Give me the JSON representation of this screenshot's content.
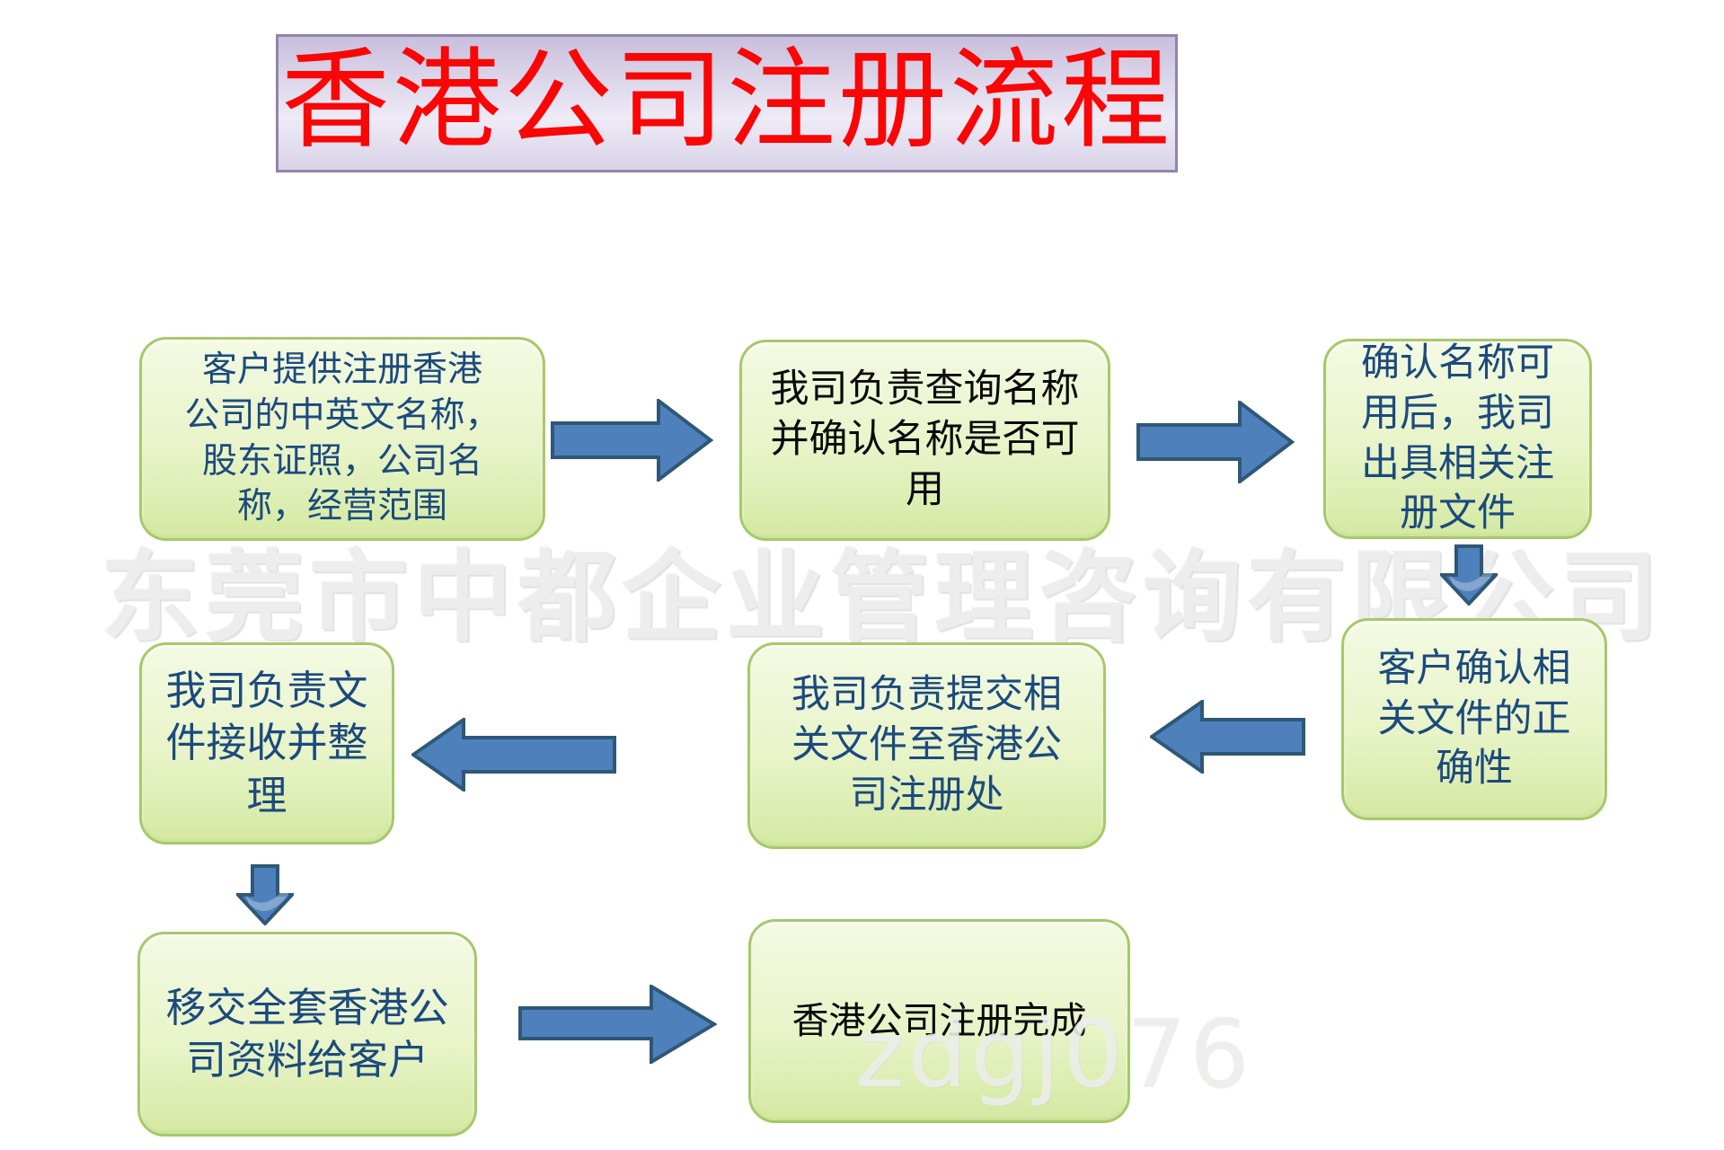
{
  "title": {
    "text": "香港公司注册流程"
  },
  "watermarks": {
    "company": "东莞市中都企业管理咨询有限公司",
    "code": "zdgj076"
  },
  "flow": {
    "boxes": [
      {
        "step": 1,
        "text": "客户提供注册香港\n公司的中英文名称，\n股东证照，公司名\n称，经营范围"
      },
      {
        "step": 2,
        "text": "我司负责查询名称\n并确认名称是否可\n用"
      },
      {
        "step": 3,
        "text": "确认名称可\n用后，我司\n出具相关注\n册文件"
      },
      {
        "step": 4,
        "text": "客户确认相\n关文件的正\n确性"
      },
      {
        "step": 5,
        "text": "我司负责提交相\n关文件至香港公\n司注册处"
      },
      {
        "step": 6,
        "text": "我司负责文\n件接收并整\n理"
      },
      {
        "step": 7,
        "text": "移交全套香港公\n司资料给客户"
      },
      {
        "step": 8,
        "text": "香港公司注册完成"
      }
    ],
    "arrows": [
      {
        "name": "arrow-right-1",
        "from": 1,
        "to": 2,
        "direction": "right"
      },
      {
        "name": "arrow-right-2",
        "from": 2,
        "to": 3,
        "direction": "right"
      },
      {
        "name": "arrow-down-1",
        "from": 3,
        "to": 4,
        "direction": "down"
      },
      {
        "name": "arrow-left-1",
        "from": 4,
        "to": 5,
        "direction": "left"
      },
      {
        "name": "arrow-left-2",
        "from": 5,
        "to": 6,
        "direction": "left"
      },
      {
        "name": "arrow-down-2",
        "from": 6,
        "to": 7,
        "direction": "down"
      },
      {
        "name": "arrow-right-3",
        "from": 7,
        "to": 8,
        "direction": "right"
      }
    ]
  },
  "colors": {
    "title_bg_top": "#c8bfdc",
    "title_bg_mid": "#eeebf6",
    "title_bg_bottom": "#d9d2e8",
    "title_border": "#8f85ac",
    "title_text": "#f90606",
    "box_border": "#a6c968",
    "box_fill_top": "#f3fae3",
    "box_fill_bottom": "#d4e9a2",
    "arrow_fill": "#4e80bc",
    "arrow_border": "#2e5876",
    "text_blue": "#1c4a7e",
    "text_black": "#0a0a0a",
    "watermark_gray": "#ededed",
    "watermark_light": "rgba(237,239,235,0.85)"
  }
}
